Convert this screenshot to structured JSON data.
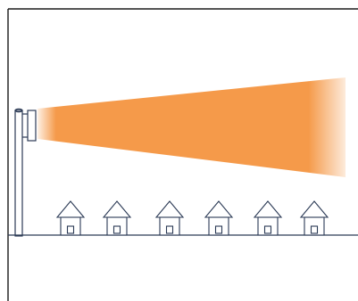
{
  "colors": {
    "background": "#ffffff",
    "frame": "#1a1a1a",
    "structure_stroke": "#2b3a55",
    "beam": "#f59a4a"
  },
  "scene": {
    "pole_icon": "antenna-mast",
    "antenna_icon": "panel-antenna",
    "beam_icon": "signal-beam",
    "house_icon": "house",
    "house_count": 6
  }
}
